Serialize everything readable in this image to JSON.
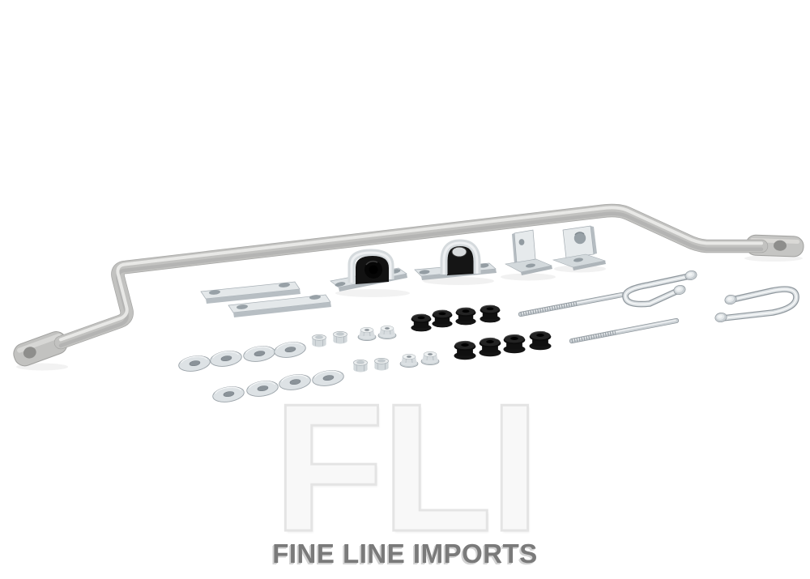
{
  "image": {
    "type": "product-photo",
    "subject": "Rear sway bar with complete fitting hardware kit, studio shot on white background",
    "background_color": "#ffffff"
  },
  "watermark": {
    "monogram": "FLI",
    "brand_text": "FINE LINE IMPORTS",
    "monogram_color": "#f0f0f0",
    "brand_text_color": "#7a7a7a"
  },
  "parts": [
    {
      "id": "sway-bar",
      "label": "Sway bar with flattened eyelet ends",
      "count": 1
    },
    {
      "id": "saddle-plate",
      "label": "Flat saddle plate with slotted ends",
      "count": 2
    },
    {
      "id": "bushing-clamp",
      "label": "Mount clamp with black D-bushing",
      "count": 2
    },
    {
      "id": "angle-bracket",
      "label": "Zinc angle bracket",
      "count": 2
    },
    {
      "id": "u-bolt",
      "label": "Chrome U-bolt with flange bolts",
      "count": 2
    },
    {
      "id": "link-bolt",
      "label": "Long link bolt",
      "count": 2
    },
    {
      "id": "flat-washer",
      "label": "Flat washer",
      "count": 8
    },
    {
      "id": "nyloc-nut",
      "label": "Nyloc nut",
      "count": 4
    },
    {
      "id": "flange-nut",
      "label": "Hex flange nut",
      "count": 4
    },
    {
      "id": "link-bushing",
      "label": "Black link bushing grommet",
      "count": 8
    }
  ],
  "colors": {
    "background": "#ffffff",
    "bar_gray": "#c2c2c0",
    "bar_highlight": "#ececea",
    "bar_edge": "#a3a3a1",
    "zinc_light": "#e9eced",
    "zinc_mid": "#ccd2d6",
    "zinc_dark": "#8f979d",
    "rubber_black": "#121212"
  }
}
